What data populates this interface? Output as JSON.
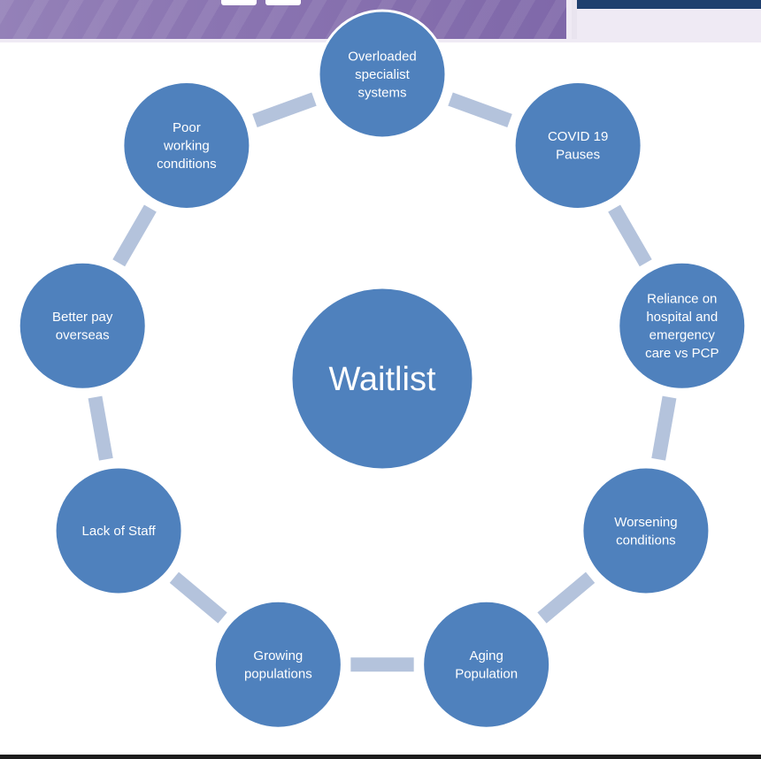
{
  "diagram": {
    "center": {
      "label": "Waitlist"
    },
    "nodes": [
      {
        "lines": [
          "Overloaded",
          "specialist",
          "systems"
        ]
      },
      {
        "lines": [
          "COVID 19",
          "Pauses"
        ]
      },
      {
        "lines": [
          "Reliance on",
          "hospital and",
          "emergency",
          "care vs PCP"
        ]
      },
      {
        "lines": [
          "Worsening",
          "conditions"
        ]
      },
      {
        "lines": [
          "Aging",
          "Population"
        ]
      },
      {
        "lines": [
          "Growing",
          "populations"
        ]
      },
      {
        "lines": [
          "Lack of Staff"
        ]
      },
      {
        "lines": [
          "Better pay",
          "overseas"
        ]
      },
      {
        "lines": [
          "Poor",
          "working",
          "conditions"
        ]
      }
    ],
    "colors": {
      "node_fill": "#4f81bd",
      "node_stroke": "#ffffff",
      "connector": "#b4c3dc"
    }
  }
}
